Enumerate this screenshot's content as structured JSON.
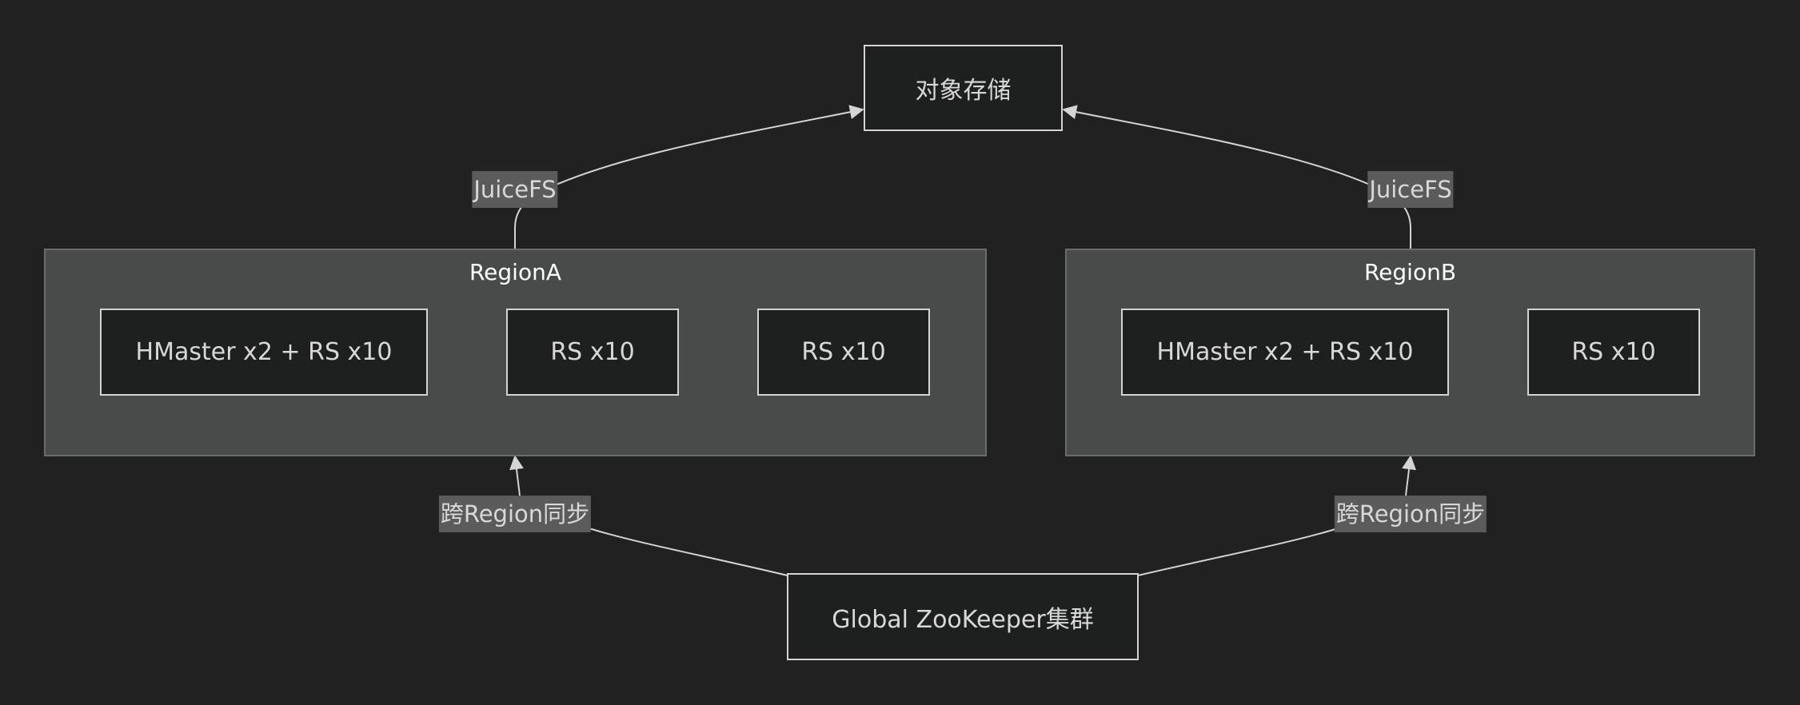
{
  "nodes": {
    "object_storage": "对象存储",
    "zookeeper": "Global ZooKeeper集群"
  },
  "region_a": {
    "title": "RegionA",
    "nodes": [
      "HMaster x2 + RS x10",
      "RS x10",
      "RS x10"
    ]
  },
  "region_b": {
    "title": "RegionB",
    "nodes": [
      "HMaster x2 + RS x10",
      "RS x10"
    ]
  },
  "edges": {
    "region_a_storage": "JuiceFS",
    "region_b_storage": "JuiceFS",
    "zk_region_a": "跨Region同步",
    "zk_region_b": "跨Region同步"
  },
  "colors": {
    "background": "#212121",
    "cluster_fill": "#494b4a",
    "node_fill": "#1e201f",
    "edge": "#d4d4d4",
    "label_fill": "#5b5b5b"
  }
}
